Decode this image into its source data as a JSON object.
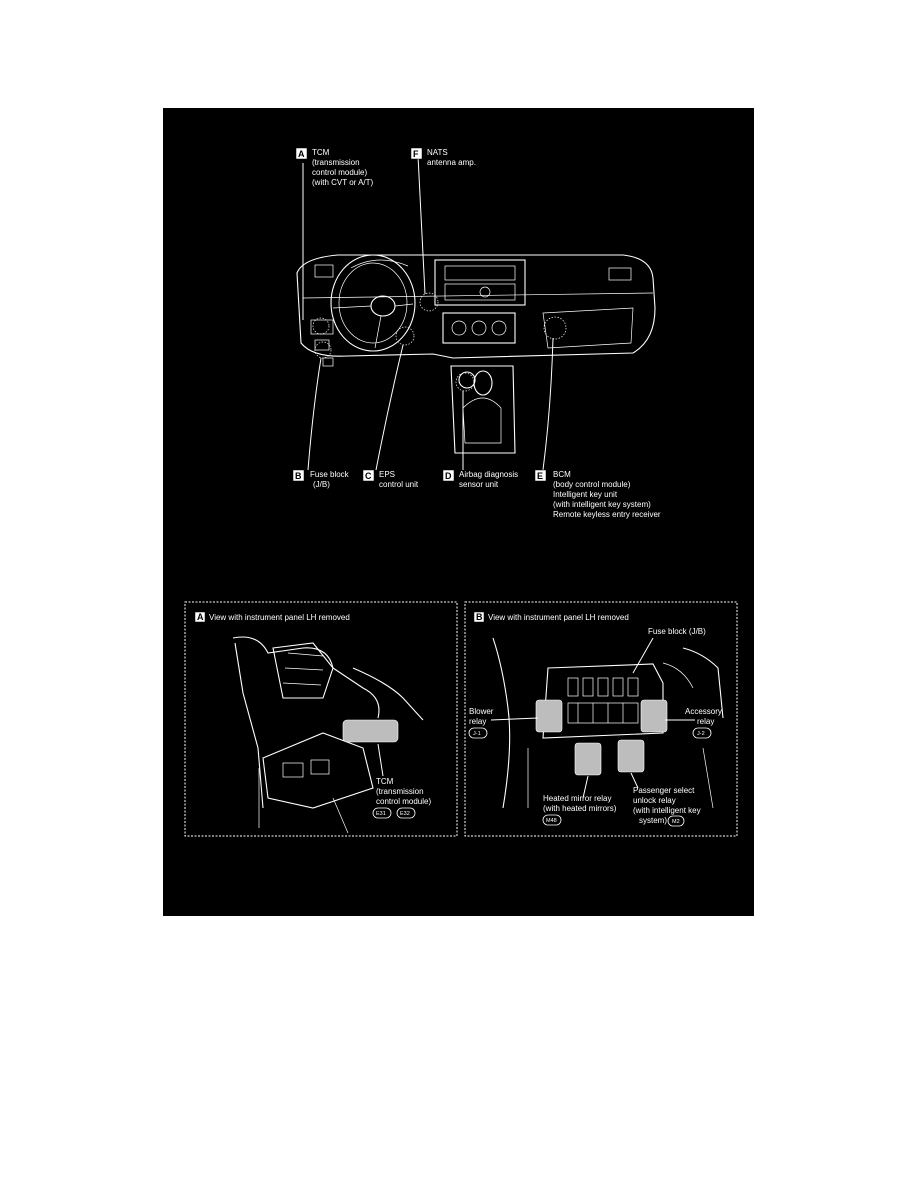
{
  "callouts": {
    "A": {
      "key": "A",
      "lines": [
        "TCM",
        "(transmission",
        "control module)",
        "(with CVT or A/T)"
      ]
    },
    "F": {
      "key": "F",
      "lines": [
        "NATS",
        "antenna amp."
      ]
    },
    "B": {
      "key": "B",
      "lines": [
        "Fuse block",
        "(J/B)"
      ]
    },
    "C": {
      "key": "C",
      "lines": [
        "EPS",
        "control unit"
      ]
    },
    "D": {
      "key": "D",
      "lines": [
        "Airbag diagnosis",
        "sensor unit"
      ]
    },
    "E": {
      "key": "E",
      "lines": [
        "BCM",
        "(body control module)",
        "Intelligent key unit",
        "(with intelligent key system)",
        "Remote keyless entry receiver"
      ]
    }
  },
  "panel_a": {
    "key": "A",
    "title": "View with instrument panel LH removed",
    "tcm_lines": [
      "TCM",
      "(transmission",
      "control module)"
    ],
    "connectors": [
      "E31",
      "E32"
    ]
  },
  "panel_b": {
    "key": "B",
    "title": "View with instrument panel LH removed",
    "fuse_label": "Fuse block (J/B)",
    "blower_lines": [
      "Blower",
      "relay"
    ],
    "blower_conn": "J-1",
    "accessory_lines": [
      "Accessory",
      "relay"
    ],
    "accessory_conn": "J-2",
    "heated_lines": [
      "Heated mirror relay",
      "(with heated mirrors)"
    ],
    "heated_conn": "M48",
    "passenger_lines": [
      "Passenger select",
      "unlock relay",
      "(with intelligent key",
      "system)"
    ],
    "passenger_conn": "M2"
  }
}
